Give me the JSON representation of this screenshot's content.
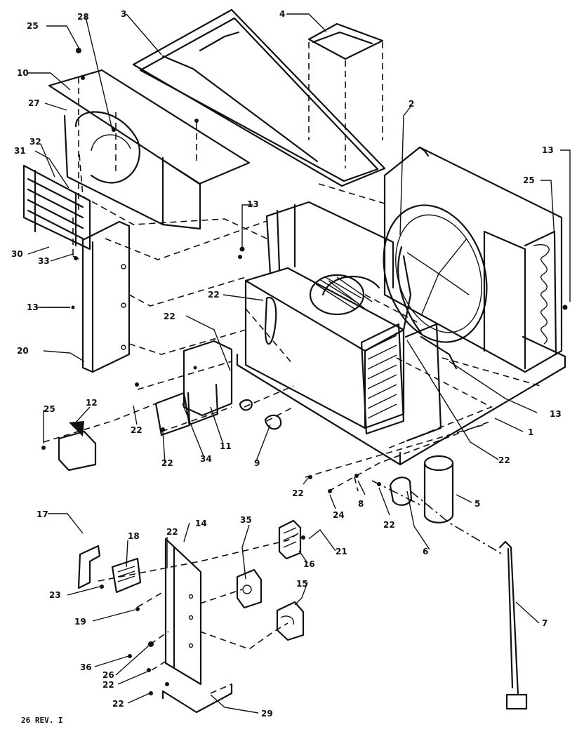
{
  "diagram": {
    "callouts": {
      "c1": "1",
      "c2": "2",
      "c3": "3",
      "c4": "4",
      "c5": "5",
      "c6": "6",
      "c7": "7",
      "c8": "8",
      "c9": "9",
      "c10": "10",
      "c11": "11",
      "c12": "12",
      "c13a": "13",
      "c13b": "13",
      "c13c": "13",
      "c13d": "13",
      "c14": "14",
      "c15": "15",
      "c16": "16",
      "c17": "17",
      "c18": "18",
      "c19": "19",
      "c20": "20",
      "c21": "21",
      "c22a": "22",
      "c22b": "22",
      "c22c": "22",
      "c22d": "22",
      "c22e": "22",
      "c22f": "22",
      "c22g": "22",
      "c22h": "22",
      "c22i": "22",
      "c22j": "22",
      "c23": "23",
      "c24": "24",
      "c25a": "25",
      "c25b": "25",
      "c25c": "25",
      "c26": "26",
      "c27": "27",
      "c28": "28",
      "c29": "29",
      "c30": "30",
      "c31": "31",
      "c32": "32",
      "c33": "33",
      "c34": "34",
      "c35": "35",
      "c36": "36"
    },
    "footer_code": "26 REV. I"
  }
}
